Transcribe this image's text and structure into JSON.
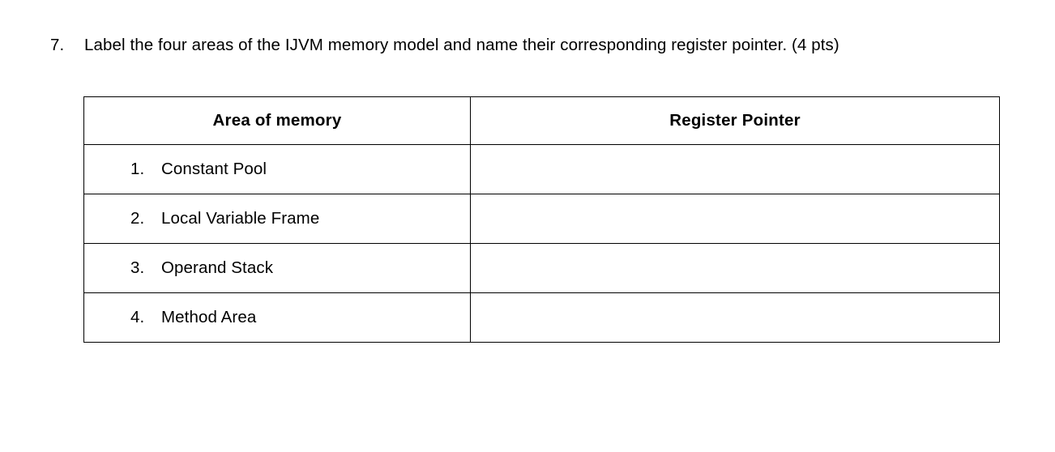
{
  "question": {
    "number": "7.",
    "text": "Label the four areas of the IJVM memory model and name their corresponding register pointer. (4 pts)"
  },
  "table": {
    "headers": {
      "area": "Area of memory",
      "register": "Register Pointer"
    },
    "rows": [
      {
        "number": "1.",
        "area": "Constant Pool",
        "register": ""
      },
      {
        "number": "2.",
        "area": "Local Variable Frame",
        "register": ""
      },
      {
        "number": "3.",
        "area": "Operand Stack",
        "register": ""
      },
      {
        "number": "4.",
        "area": "Method Area",
        "register": ""
      }
    ]
  },
  "colors": {
    "text": "#000000",
    "background": "#ffffff",
    "border": "#000000"
  }
}
